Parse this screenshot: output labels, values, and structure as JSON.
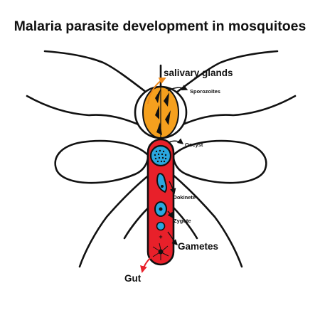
{
  "title": "Malaria parasite development in mosquitoes",
  "labels": {
    "salivary_glands": "salivary glands",
    "sporozoites": "Sporozoites",
    "oocyst": "Oocyst",
    "ookinete": "Ookinete",
    "zygote": "Zygote",
    "gametes": "Gametes",
    "gut": "Gut"
  },
  "colors": {
    "body_fill": "#e8202a",
    "head_fill": "#f5a01e",
    "parasite_fill": "#2aa7df",
    "outline": "#111111",
    "arrow_orange": "#f08a1a",
    "arrow_red": "#e8202a"
  }
}
